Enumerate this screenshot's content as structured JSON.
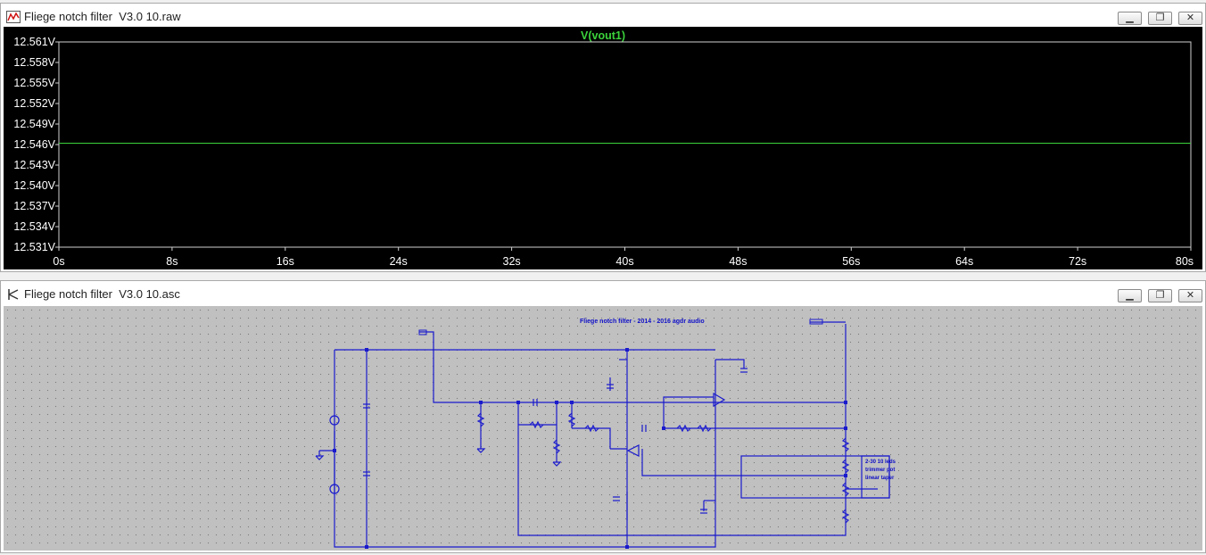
{
  "waveform_window": {
    "title": "Fliege notch filter  V3.0 10.raw",
    "icon": "waveform-icon",
    "trace_label": "V(vout1)",
    "buttons": {
      "minimize": "minimize-icon",
      "maximize": "maximize-icon",
      "close": "close-icon"
    }
  },
  "schematic_window": {
    "title": "Fliege notch filter  V3.0 10.asc",
    "icon": "schematic-icon",
    "heading": "Fliege notch filter - 2014 - 2016 agdr audio",
    "buttons": {
      "minimize": "minimize-icon",
      "maximize": "maximize-icon",
      "close": "close-icon"
    },
    "note_box_lines": [
      "2-30 10 leds",
      "trimmer pot",
      "linear taper"
    ],
    "colors": {
      "wire": "#1a1acd",
      "background": "#c0c0c0"
    }
  },
  "chart_data": {
    "type": "line",
    "title": "V(vout1)",
    "xlabel": "",
    "ylabel": "",
    "x_ticks": [
      "0s",
      "8s",
      "16s",
      "24s",
      "32s",
      "40s",
      "48s",
      "56s",
      "64s",
      "72s",
      "80s"
    ],
    "y_ticks": [
      "12.561V",
      "12.558V",
      "12.555V",
      "12.552V",
      "12.549V",
      "12.546V",
      "12.543V",
      "12.540V",
      "12.537V",
      "12.534V",
      "12.531V"
    ],
    "xlim": [
      0,
      80
    ],
    "ylim": [
      12.531,
      12.561
    ],
    "grid": false,
    "series": [
      {
        "name": "V(vout1)",
        "color": "#3bd23b",
        "x": [
          0,
          80
        ],
        "y": [
          12.5462,
          12.5462
        ]
      }
    ]
  }
}
